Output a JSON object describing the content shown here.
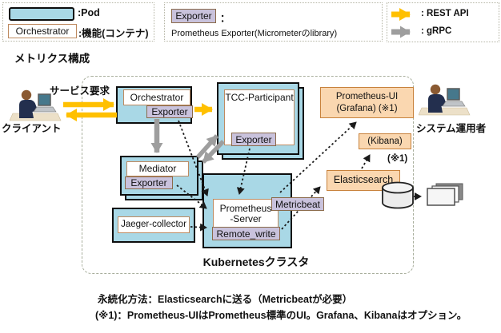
{
  "title": "メトリクス構成",
  "legend": {
    "pod_label": ":Pod",
    "function_box": "Orchestrator",
    "function_label": ":機能(コンテナ)",
    "exporter_box": "Exporter",
    "exporter_colon": "：",
    "exporter_desc": "Prometheus Exporter(Micrometerのlibrary)",
    "rest_api_label": ": REST API",
    "grpc_label": ": gRPC"
  },
  "actors": {
    "client_label": "クライアント",
    "request_label": "サービス要求",
    "operator_label": "システム運用者"
  },
  "cluster": {
    "label": "Kubernetesクラスタ",
    "orchestrator": {
      "name": "Orchestrator",
      "exporter": "Exporter"
    },
    "tcc": {
      "name": "TCC-Participant",
      "exporter": "Exporter"
    },
    "mediator": {
      "name": "Mediator",
      "exporter": "Exporter"
    },
    "jaeger": {
      "name": "Jaeger-collector"
    },
    "prometheus": {
      "name_line1": "Prometheus",
      "name_line2": "-Server",
      "metricbeat": "Metricbeat",
      "remote_write": "Remote_write"
    }
  },
  "right_panel": {
    "prometheus_ui_line1": "Prometheus-UI",
    "prometheus_ui_line2": "(Grafana) (※1)",
    "kibana": "(Kibana)",
    "kibana_note": "(※1)",
    "elasticsearch": "Elasticsearch"
  },
  "notes": {
    "line1": "永続化方法：Elasticsearchに送る（Metricbeatが必要）",
    "line2": "(※1)：Prometheus-UIはPrometheus標準のUI。Grafana、Kibanaはオプション。"
  },
  "icons": {
    "client": "client-person-icon",
    "operator": "operator-person-icon",
    "database": "database-cylinder-icon",
    "documents": "documents-stack-icon"
  },
  "colors": {
    "pod-fill": "#A9D8E6",
    "pod-border": "#0d0d0d",
    "fn-border": "#BE8A60",
    "tag-fill": "#C9C2DC",
    "tag-border": "#8a6a4a",
    "orange-fill": "#FAD7B0",
    "orange-border": "#C8823C",
    "rest": "#FFC000",
    "grpc": "#9E9E9E",
    "ink": "#1a1a1a"
  }
}
